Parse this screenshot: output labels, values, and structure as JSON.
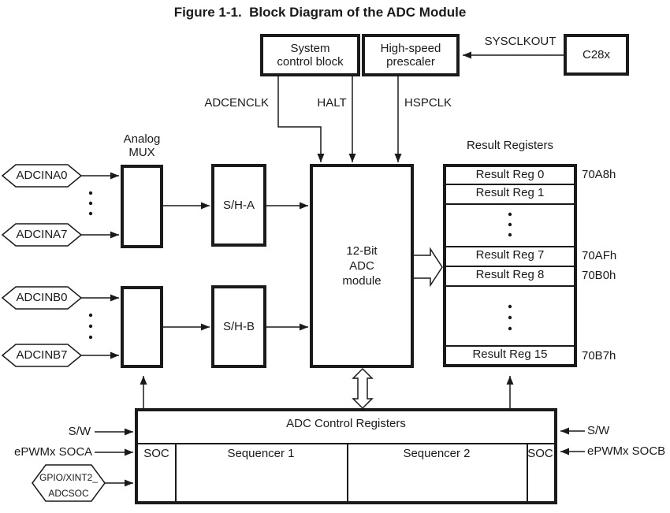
{
  "figure_title": "Figure 1-1.  Block Diagram of the ADC Module",
  "clock_section": {
    "system_control_block": {
      "line1": "System",
      "line2": "control block"
    },
    "high_speed_prescaler": {
      "line1": "High-speed",
      "line2": "prescaler"
    },
    "c28x_label": "C28x",
    "sysclkout_label": "SYSCLKOUT",
    "adcenclk_label": "ADCENCLK",
    "halt_label": "HALT",
    "hspclk_label": "HSPCLK"
  },
  "analog_inputs": {
    "mux_label": {
      "line1": "Analog",
      "line2": "MUX"
    },
    "adcina0": "ADCINA0",
    "adcina7": "ADCINA7",
    "adcinb0": "ADCINB0",
    "adcinb7": "ADCINB7"
  },
  "sample_hold": {
    "sha": "S/H-A",
    "shb": "S/H-B"
  },
  "adc_core": {
    "line1": "12-Bit",
    "line2": "ADC",
    "line3": "module"
  },
  "result_registers": {
    "title": "Result Registers",
    "reg0": "Result Reg 0",
    "reg1": "Result Reg 1",
    "reg7": "Result Reg 7",
    "reg8": "Result Reg 8",
    "reg15": "Result Reg 15",
    "addr_reg0": "70A8h",
    "addr_reg7": "70AFh",
    "addr_reg8": "70B0h",
    "addr_reg15": "70B7h"
  },
  "control_registers": {
    "title": "ADC Control Registers",
    "soc_left": "SOC",
    "sequencer1": "Sequencer 1",
    "sequencer2": "Sequencer 2",
    "soc_right": "SOC"
  },
  "triggers": {
    "sw_left": "S/W",
    "epwmx_soca": "ePWMx SOCA",
    "gpio_xint2": {
      "line1": "GPIO/XINT2_",
      "line2": "ADCSOC"
    },
    "sw_right": "S/W",
    "epwmx_socb": "ePWMx SOCB"
  },
  "colors": {
    "line": "#1a1a1a",
    "background": "#ffffff"
  }
}
